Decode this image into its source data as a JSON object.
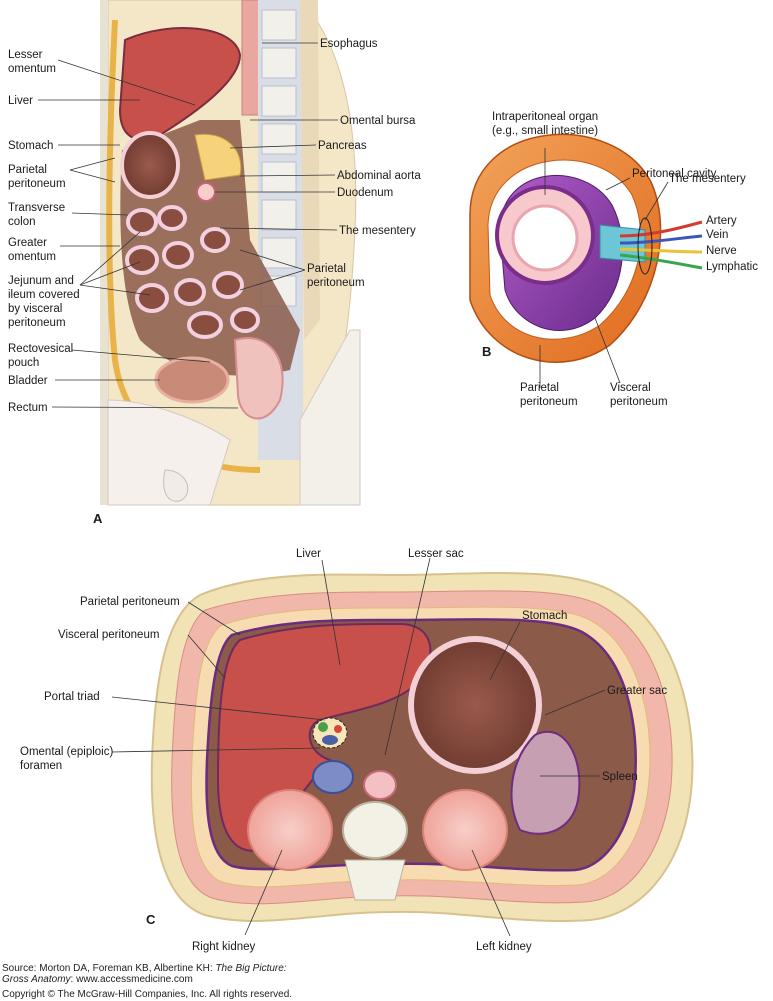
{
  "panels": {
    "a": "A",
    "b": "B",
    "c": "C"
  },
  "panel_a": {
    "labels_left": {
      "lesser_omentum": [
        "Lesser",
        "omentum"
      ],
      "liver": "Liver",
      "stomach": "Stomach",
      "parietal_peritoneum": [
        "Parietal",
        "peritoneum"
      ],
      "transverse_colon": [
        "Transverse",
        "colon"
      ],
      "greater_omentum": [
        "Greater",
        "omentum"
      ],
      "jejunum": [
        "Jejunum and",
        "ileum covered",
        "by visceral",
        "peritoneum"
      ],
      "rectovesical_pouch": [
        "Rectovesical",
        "pouch"
      ],
      "bladder": "Bladder",
      "rectum": "Rectum"
    },
    "labels_right": {
      "esophagus": "Esophagus",
      "omental_bursa": "Omental bursa",
      "pancreas": "Pancreas",
      "abdominal_aorta": "Abdominal aorta",
      "duodenum": "Duodenum",
      "mesentery": "The mesentery",
      "parietal_peritoneum": [
        "Parietal",
        "peritoneum"
      ]
    }
  },
  "panel_b": {
    "intraperitoneal": [
      "Intraperitoneal organ",
      "(e.g., small intestine)"
    ],
    "peritoneal_cavity": "Peritoneal cavity",
    "mesentery": "The mesentery",
    "artery": "Artery",
    "vein": "Vein",
    "nerve": "Nerve",
    "lymphatic": "Lymphatic",
    "parietal": [
      "Parietal",
      "peritoneum"
    ],
    "visceral": [
      "Visceral",
      "peritoneum"
    ]
  },
  "panel_c": {
    "liver": "Liver",
    "lesser_sac": "Lesser sac",
    "parietal_peritoneum": "Parietal peritoneum",
    "visceral_peritoneum": "Visceral peritoneum",
    "stomach": "Stomach",
    "portal_triad": "Portal triad",
    "greater_sac": "Greater sac",
    "omental_foramen": [
      "Omental (epiploic)",
      "foramen"
    ],
    "spleen": "Spleen",
    "right_kidney": "Right kidney",
    "left_kidney": "Left kidney"
  },
  "footer": {
    "source_prefix": "Source: Morton DA, Foreman KB, Albertine KH: ",
    "source_title": "The Big Picture:",
    "source_title2": "Gross Anatomy",
    "source_suffix": ": www.accessmedicine.com",
    "copyright": "Copyright © The McGraw-Hill Companies, Inc. All rights reserved."
  }
}
